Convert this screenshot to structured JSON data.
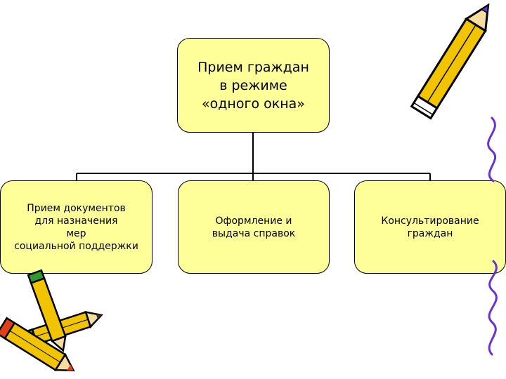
{
  "top_box": {
    "text": "Прием граждан\nв режиме\n«одного окна»"
  },
  "boxes": [
    {
      "text": "Прием документов\nдля назначения\nмер\nсоциальной поддержки"
    },
    {
      "text": "Оформление и\nвыдача справок"
    },
    {
      "text": "Консультирование\nграждан"
    }
  ],
  "colors": {
    "box_fill": "#ffff99",
    "pencil_body": "#f2c400",
    "squiggle": "#6a2fd9",
    "eraser_green": "#2f9a2f",
    "eraser_red": "#e0401a"
  },
  "icons": [
    "pencil-icon",
    "pencils-icon",
    "squiggle-decoration"
  ]
}
